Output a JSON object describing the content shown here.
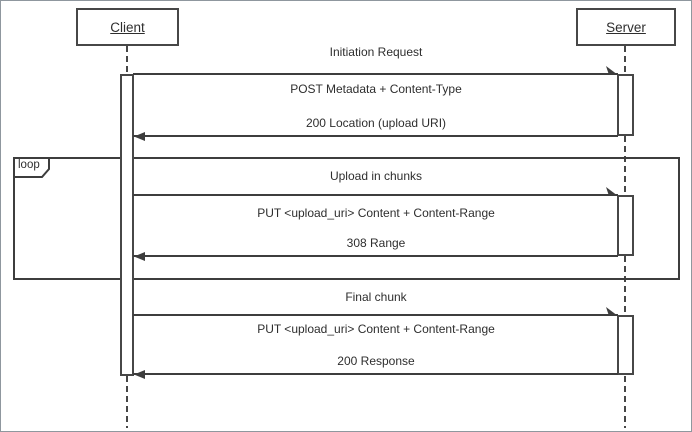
{
  "diagram": {
    "type": "uml-sequence-diagram",
    "actors": [
      {
        "name": "Client"
      },
      {
        "name": "Server"
      }
    ],
    "loop_fragment": {
      "label": "loop"
    },
    "exchanges": [
      {
        "title": "Initiation Request",
        "request": "POST Metadata + Content-Type",
        "response": "200 Location (upload URI)",
        "in_loop": false
      },
      {
        "title": "Upload in chunks",
        "request": "PUT <upload_uri> Content + Content-Range",
        "response": "308 Range",
        "in_loop": true
      },
      {
        "title": "Final chunk",
        "request": "PUT <upload_uri> Content + Content-Range",
        "response": "200 Response",
        "in_loop": false
      }
    ],
    "colors": {
      "line": "#3d3d3d",
      "text": "#2e2e2e",
      "background": "#ffffff",
      "outer_border": "#8f979e"
    }
  }
}
